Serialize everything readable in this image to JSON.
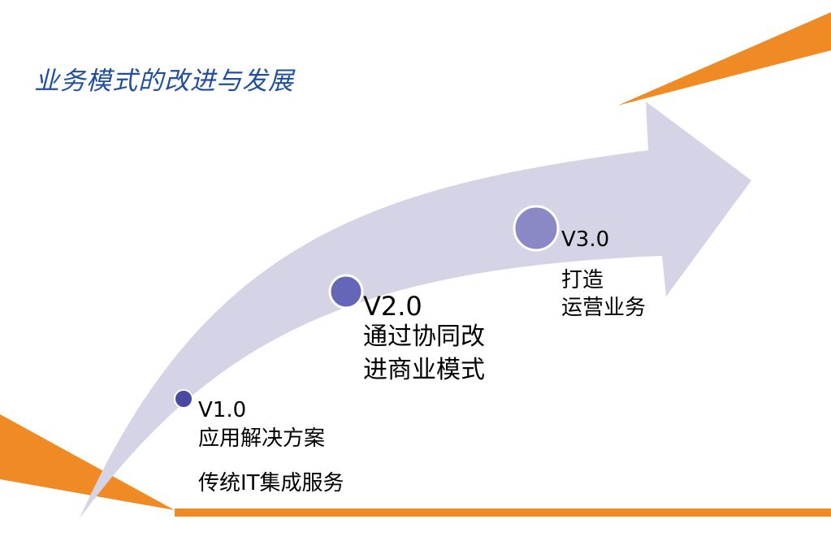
{
  "title": "业务模式的改进与发展",
  "colors": {
    "title": "#1f4e9c",
    "accent_orange": "#f08a24",
    "arrow_fill": "#d4d4e6",
    "stage_dot_1": "#4b4aa3",
    "stage_dot_2": "#6666b8",
    "stage_dot_3": "#8a89c6"
  },
  "stages": [
    {
      "version": "V1.0",
      "description_lines": [
        "应用解决方案"
      ],
      "base_note": "传统IT集成服务"
    },
    {
      "version": "V2.0",
      "description_lines": [
        "通过协同改",
        "进商业模式"
      ]
    },
    {
      "version": "V3.0",
      "description_lines": [
        "打造",
        "运营业务"
      ]
    }
  ]
}
